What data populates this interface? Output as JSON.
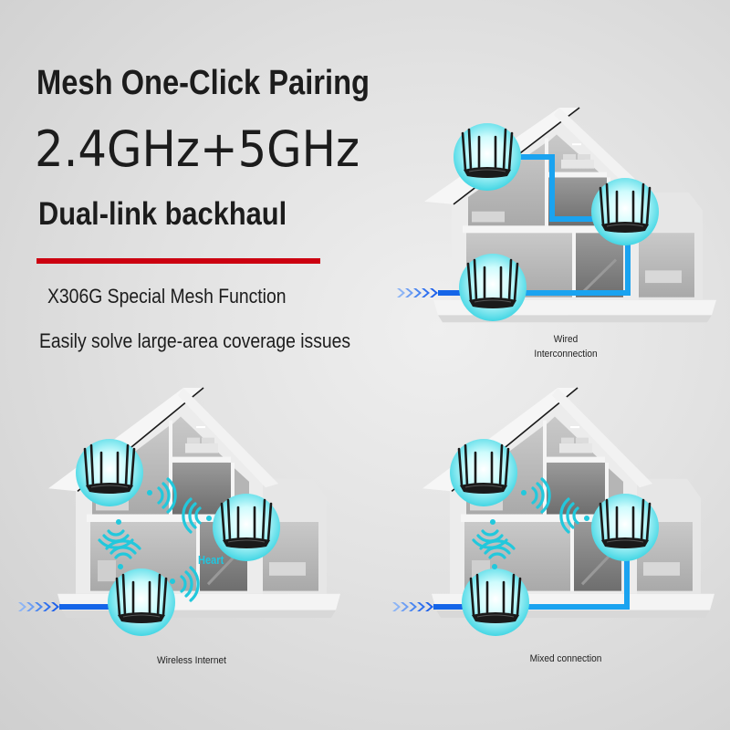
{
  "headline": {
    "line1": "Mesh One-Click Pairing",
    "line2": "2.4GHz+5GHz",
    "line3": "Dual-link backhaul"
  },
  "divider": {
    "color": "#cc0010"
  },
  "subtitle": {
    "model_line": "X306G Special Mesh Function",
    "benefit_line": "Easily solve large-area coverage issues"
  },
  "scenes": [
    {
      "id": "wired",
      "caption_line1": "Wired",
      "caption_line2": "Interconnection",
      "routers": 3,
      "link": "cable"
    },
    {
      "id": "wireless",
      "caption": "Wireless Internet",
      "routers": 3,
      "link": "wifi",
      "node_label": "Heart"
    },
    {
      "id": "mixed",
      "caption": "Mixed connection",
      "routers": 3,
      "link": "cable+wifi"
    }
  ],
  "colors": {
    "cable_blue": "#1aa3f0",
    "wan_blue": "#1565e8",
    "router_glow": "#6ff0f5",
    "wifi_cyan": "#22c8dc",
    "text": "#1c1c1c"
  }
}
